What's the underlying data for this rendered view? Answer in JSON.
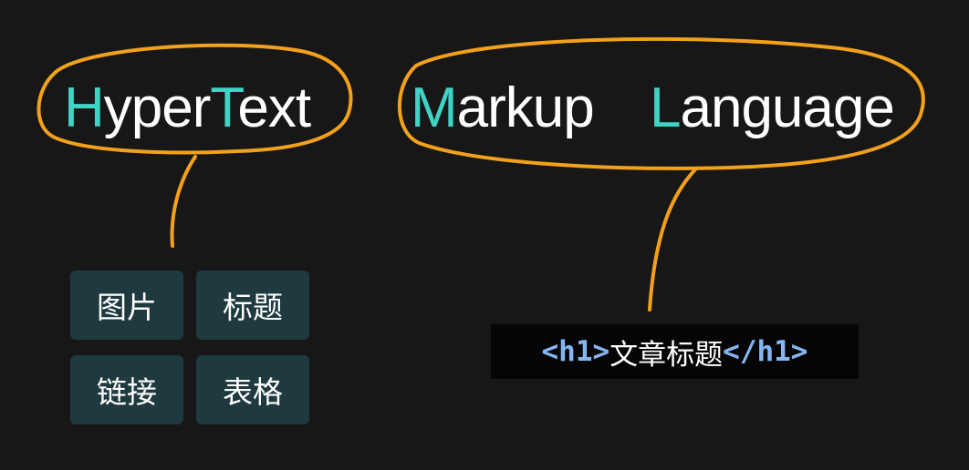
{
  "heading": {
    "hypertext": {
      "initial_1": "H",
      "rest_1": "yper",
      "initial_2": "T",
      "rest_2": "ext"
    },
    "markup": {
      "initial": "M",
      "rest": "arkup"
    },
    "language": {
      "initial": "L",
      "rest": "anguage"
    }
  },
  "hypertext_examples": [
    "图片",
    "标题",
    "链接",
    "表格"
  ],
  "markup_example": {
    "open_tag": "<h1>",
    "content": "文章标题",
    "close_tag": "</h1>"
  },
  "colors": {
    "background": "#171717",
    "text": "#ffffff",
    "accent_letters": "#3fd3c6",
    "annotation_stroke": "#f3a11b",
    "example_box": "#1e3a3e",
    "code_background": "#050505",
    "code_tag": "#86b6f2"
  }
}
